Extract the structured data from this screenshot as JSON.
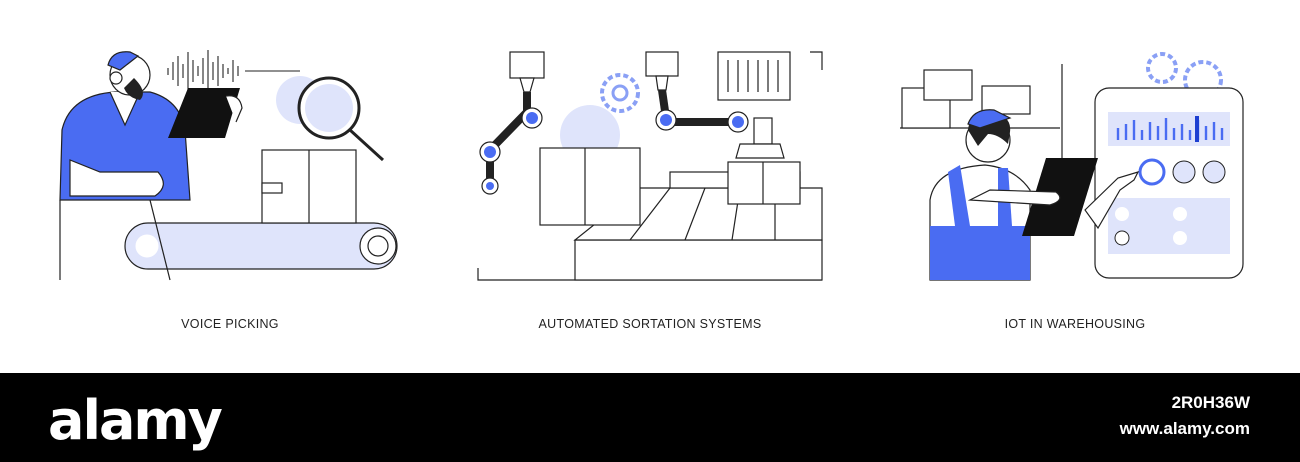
{
  "panels": [
    {
      "caption": "VOICE PICKING",
      "icon": "worker-with-headset-tablet-icon"
    },
    {
      "caption": "AUTOMATED SORTATION SYSTEMS",
      "icon": "robotic-arms-conveyor-icon"
    },
    {
      "caption": "IOT IN WAREHOUSING",
      "icon": "worker-with-iot-dashboard-icon"
    }
  ],
  "footer": {
    "brand": "alamy",
    "image_id": "2R0H36W",
    "site": "www.alamy.com"
  },
  "colors": {
    "accent": "#4a6cf2",
    "accent_light": "#dfe4fb",
    "line": "#222222",
    "footer_bg": "#000000"
  }
}
